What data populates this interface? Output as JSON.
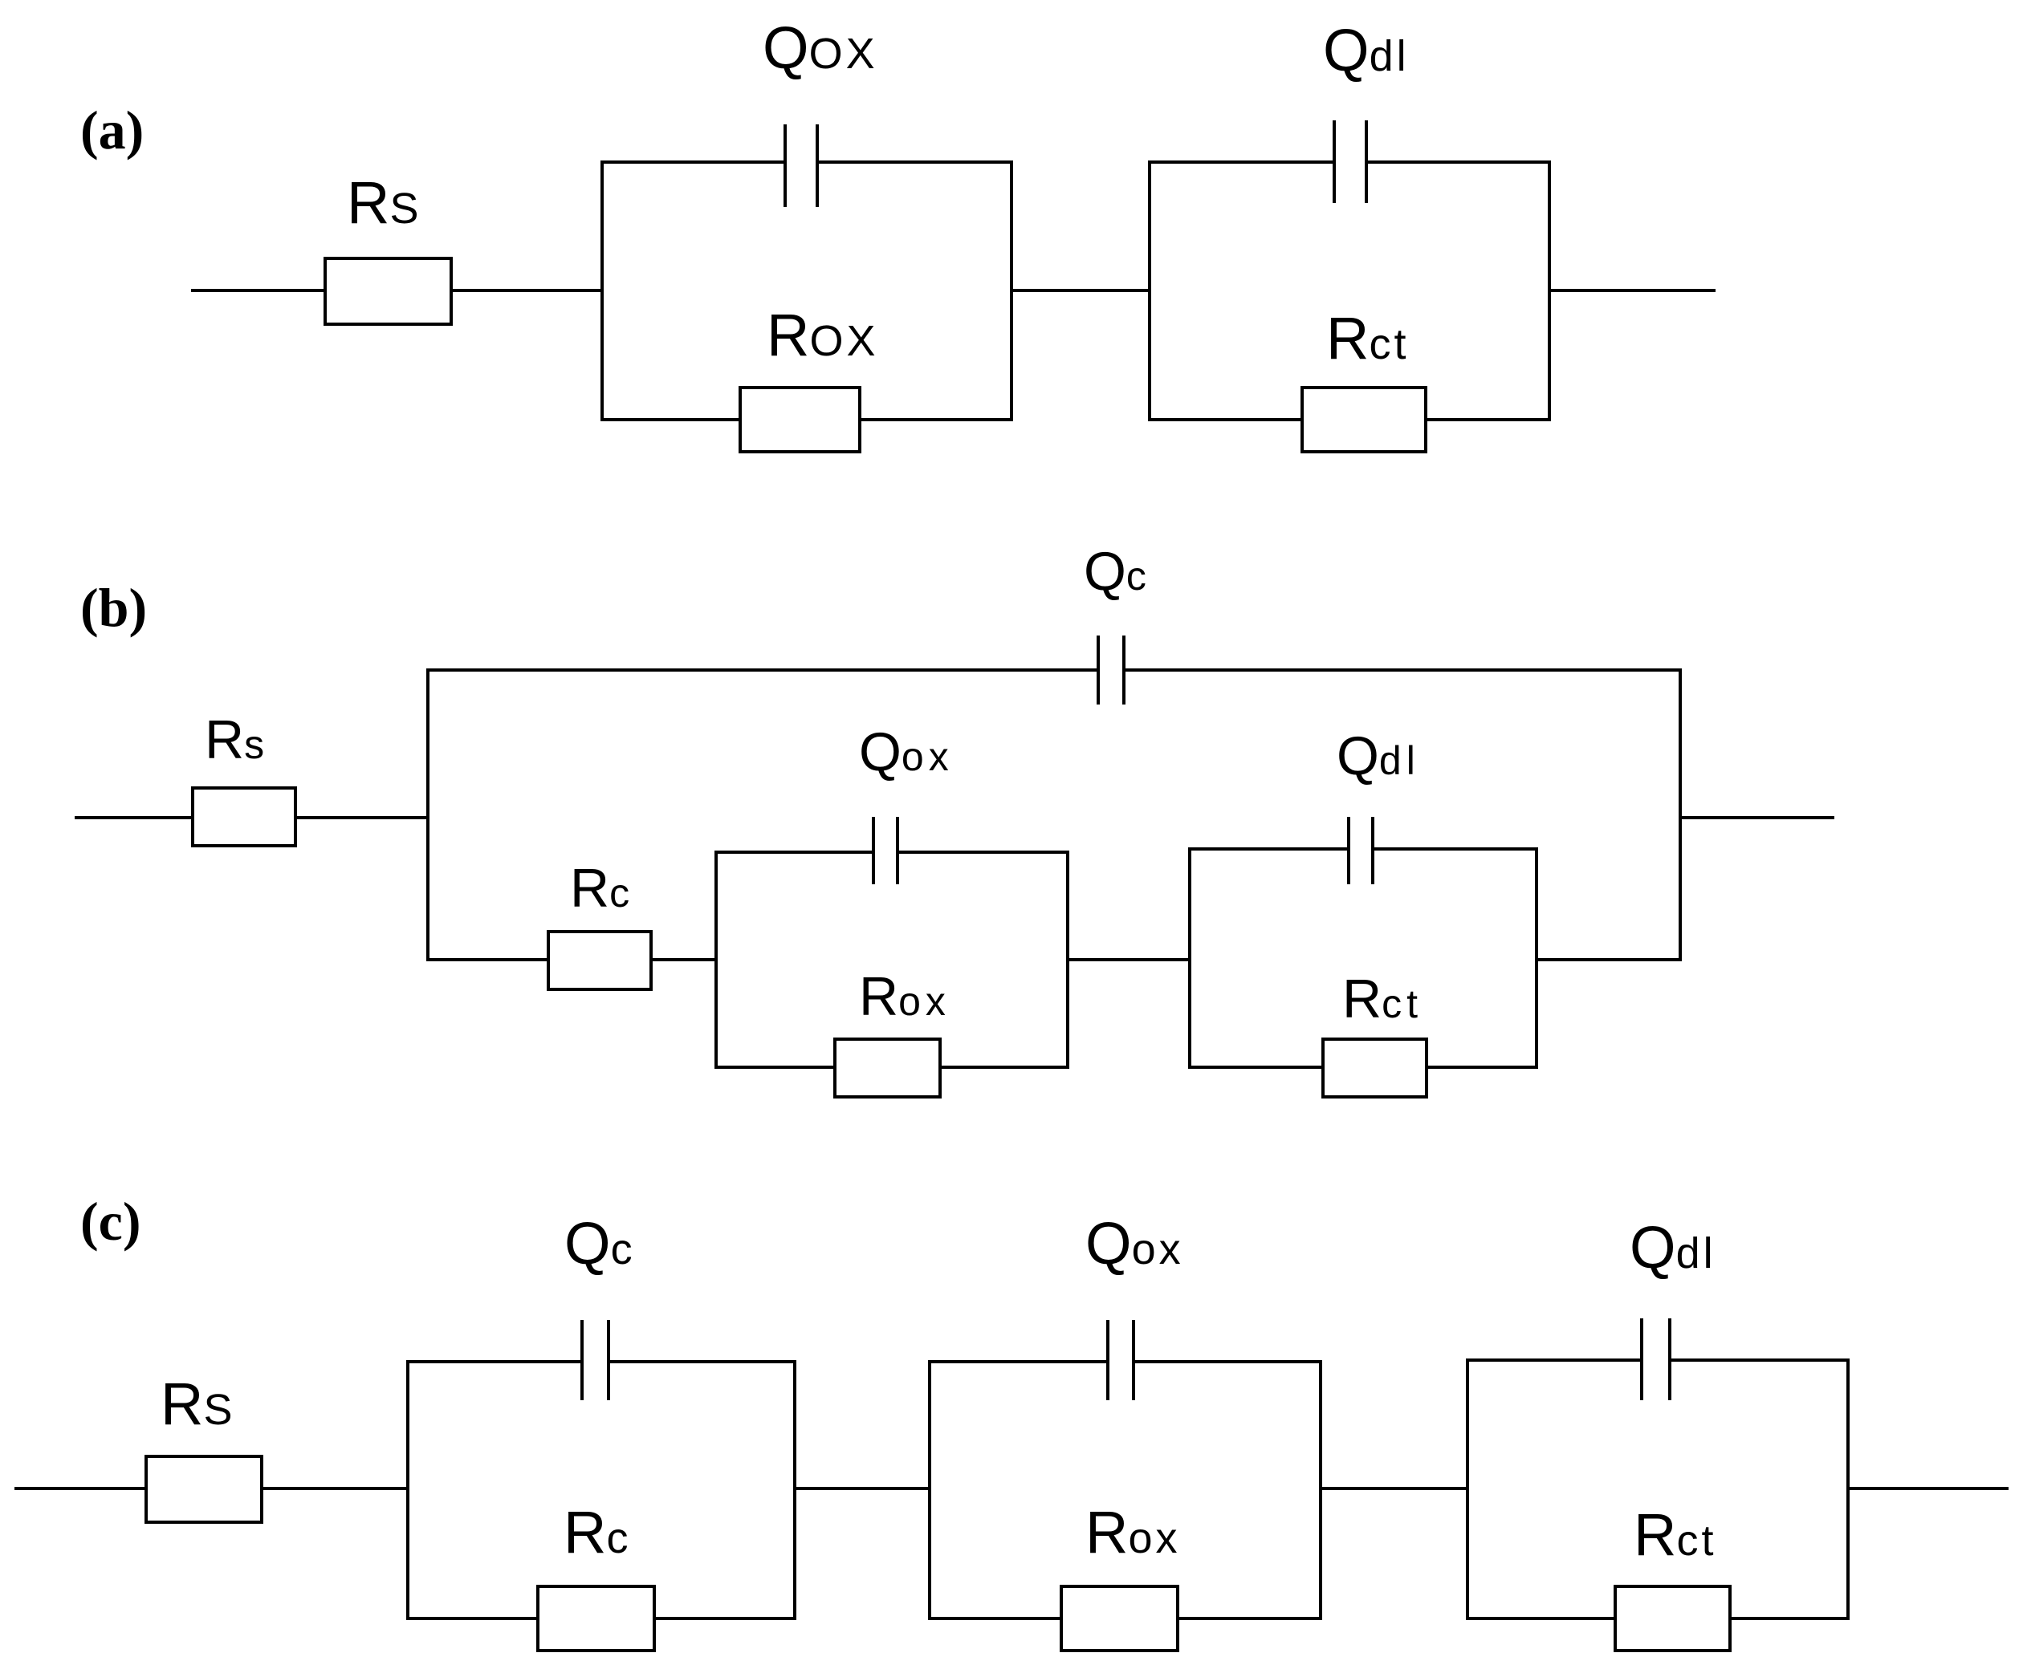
{
  "panels": {
    "a": {
      "tag": "(a)",
      "Rs": {
        "main": "R",
        "sub": "S"
      },
      "Qox": {
        "main": "Q",
        "sub": "OX"
      },
      "Rox": {
        "main": "R",
        "sub": "OX"
      },
      "Qdl": {
        "main": "Q",
        "sub": "dl"
      },
      "Rct": {
        "main": "R",
        "sub": "ct"
      }
    },
    "b": {
      "tag": "(b)",
      "Rs": {
        "main": "R",
        "sub": "s"
      },
      "Qc": {
        "main": "Q",
        "sub": "c"
      },
      "Rc": {
        "main": "R",
        "sub": "c"
      },
      "Qox": {
        "main": "Q",
        "sub": "ox"
      },
      "Rox": {
        "main": "R",
        "sub": "ox"
      },
      "Qdl": {
        "main": "Q",
        "sub": "dl"
      },
      "Rct": {
        "main": "R",
        "sub": "ct"
      }
    },
    "c": {
      "tag": "(c)",
      "Rs": {
        "main": "R",
        "sub": "S"
      },
      "Qc": {
        "main": "Q",
        "sub": "c"
      },
      "Rc": {
        "main": "R",
        "sub": "c"
      },
      "Qox": {
        "main": "Q",
        "sub": "ox"
      },
      "Rox": {
        "main": "R",
        "sub": "ox"
      },
      "Qdl": {
        "main": "Q",
        "sub": "dl"
      },
      "Rct": {
        "main": "R",
        "sub": "ct"
      }
    }
  }
}
